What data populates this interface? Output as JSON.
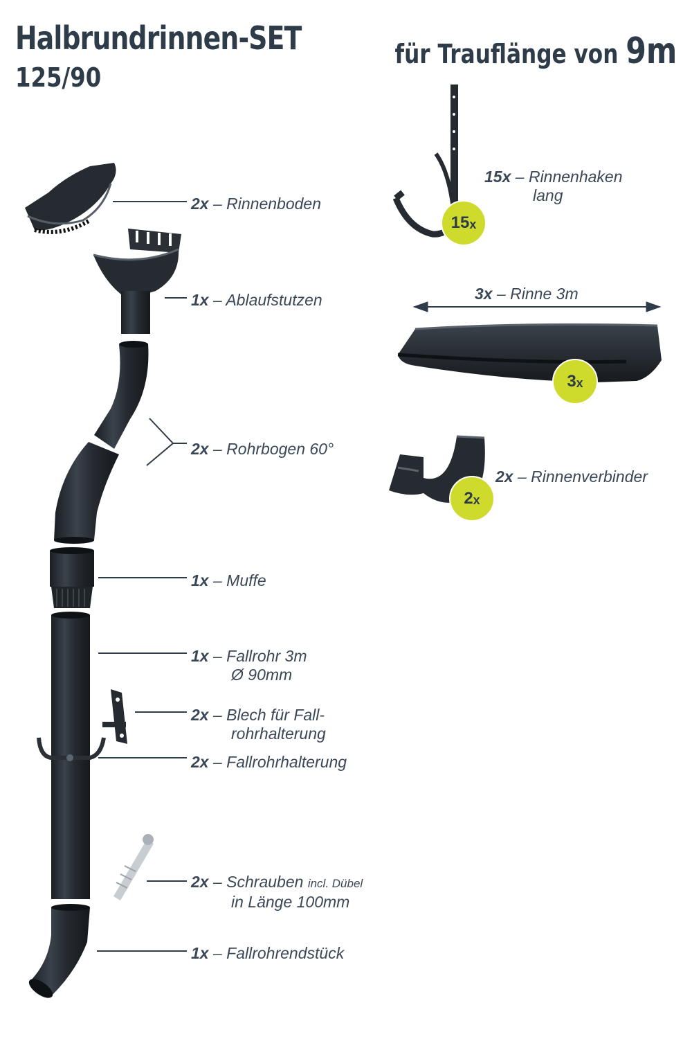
{
  "header": {
    "title": "Halbrundrinnen-SET",
    "subtitle": "125/90",
    "eave_prefix": "für Trauflänge von",
    "eave_length": "9m"
  },
  "left_items": [
    {
      "qty": "2x",
      "name": "Rinnenboden",
      "name2": "",
      "note": ""
    },
    {
      "qty": "1x",
      "name": "Ablaufstutzen",
      "name2": "",
      "note": ""
    },
    {
      "qty": "2x",
      "name": "Rohrbogen 60°",
      "name2": "",
      "note": ""
    },
    {
      "qty": "1x",
      "name": "Muffe",
      "name2": "",
      "note": ""
    },
    {
      "qty": "1x",
      "name": "Fallrohr 3m",
      "name2": "Ø 90mm",
      "note": ""
    },
    {
      "qty": "2x",
      "name": "Blech für Fall-",
      "name2": "rohrhalterung",
      "note": ""
    },
    {
      "qty": "2x",
      "name": "Fallrohrhalterung",
      "name2": "",
      "note": ""
    },
    {
      "qty": "2x",
      "name": "Schrauben",
      "name2": "in Länge 100mm",
      "note": "incl. Dübel"
    },
    {
      "qty": "1x",
      "name": "Fallrohrendstück",
      "name2": "",
      "note": ""
    }
  ],
  "right_items": [
    {
      "qty": "15x",
      "name": "Rinnenhaken",
      "name2": "lang",
      "badge_num": "15",
      "badge_x": "x"
    },
    {
      "qty": "3x",
      "name": "Rinne 3m",
      "name2": "",
      "badge_num": "3",
      "badge_x": "x"
    },
    {
      "qty": "2x",
      "name": "Rinnenverbinder",
      "name2": "",
      "badge_num": "2",
      "badge_x": "x"
    }
  ],
  "separator": "–",
  "colors": {
    "text": "#2e3b48",
    "product": "#262b31",
    "badge": "#cfdb2c"
  }
}
